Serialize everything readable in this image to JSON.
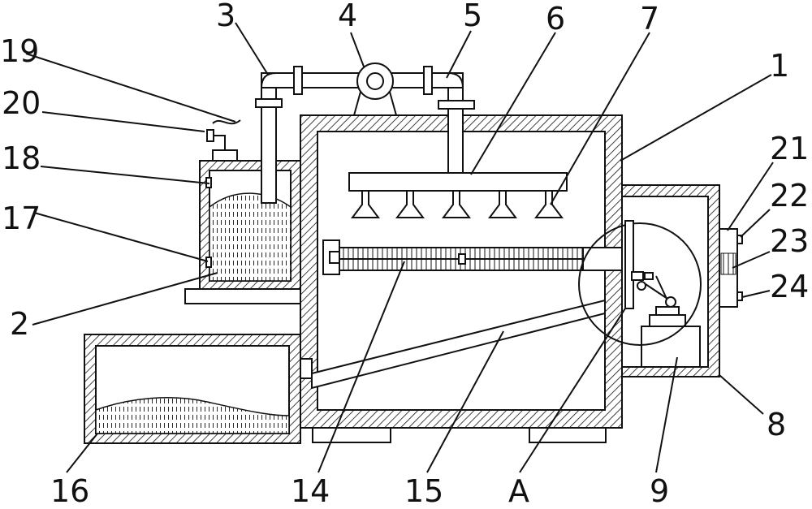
{
  "labels": {
    "l1": "1",
    "l2": "2",
    "l3": "3",
    "l4": "4",
    "l5": "5",
    "l6": "6",
    "l7": "7",
    "l8": "8",
    "l9": "9",
    "l14": "14",
    "l15": "15",
    "l16": "16",
    "l17": "17",
    "l18": "18",
    "l19": "19",
    "l20": "20",
    "l21": "21",
    "l22": "22",
    "l23": "23",
    "l24": "24",
    "lA": "A"
  }
}
